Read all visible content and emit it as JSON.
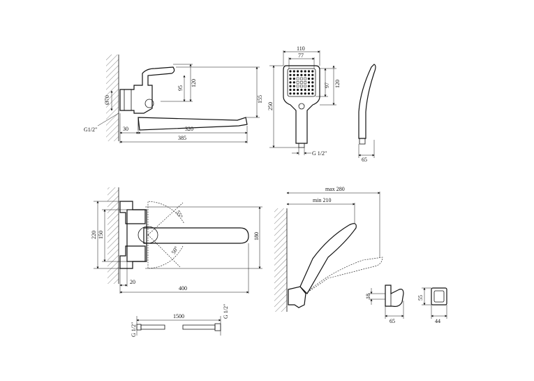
{
  "diagram": {
    "view1": {
      "dims": [
        "Ø70",
        "95",
        "120",
        "155",
        "30",
        "320",
        "385"
      ],
      "thread": "G1/2\""
    },
    "view2": {
      "dims": [
        "110",
        "77",
        "97",
        "120",
        "250"
      ],
      "thread": "G 1/2\""
    },
    "view3": {
      "dims": [
        "65"
      ]
    },
    "view4": {
      "dims": [
        "220",
        "150",
        "180",
        "20",
        "400"
      ],
      "angles": [
        "55°",
        "50°"
      ]
    },
    "view5": {
      "dims": [
        "max 280",
        "min 210"
      ]
    },
    "view6": {
      "dims": [
        "1500"
      ],
      "threads": [
        "G 1/2\"",
        "G 1/2\""
      ]
    },
    "view7": {
      "dims": [
        "18",
        "65"
      ]
    },
    "view8": {
      "dims": [
        "55",
        "44"
      ]
    }
  }
}
